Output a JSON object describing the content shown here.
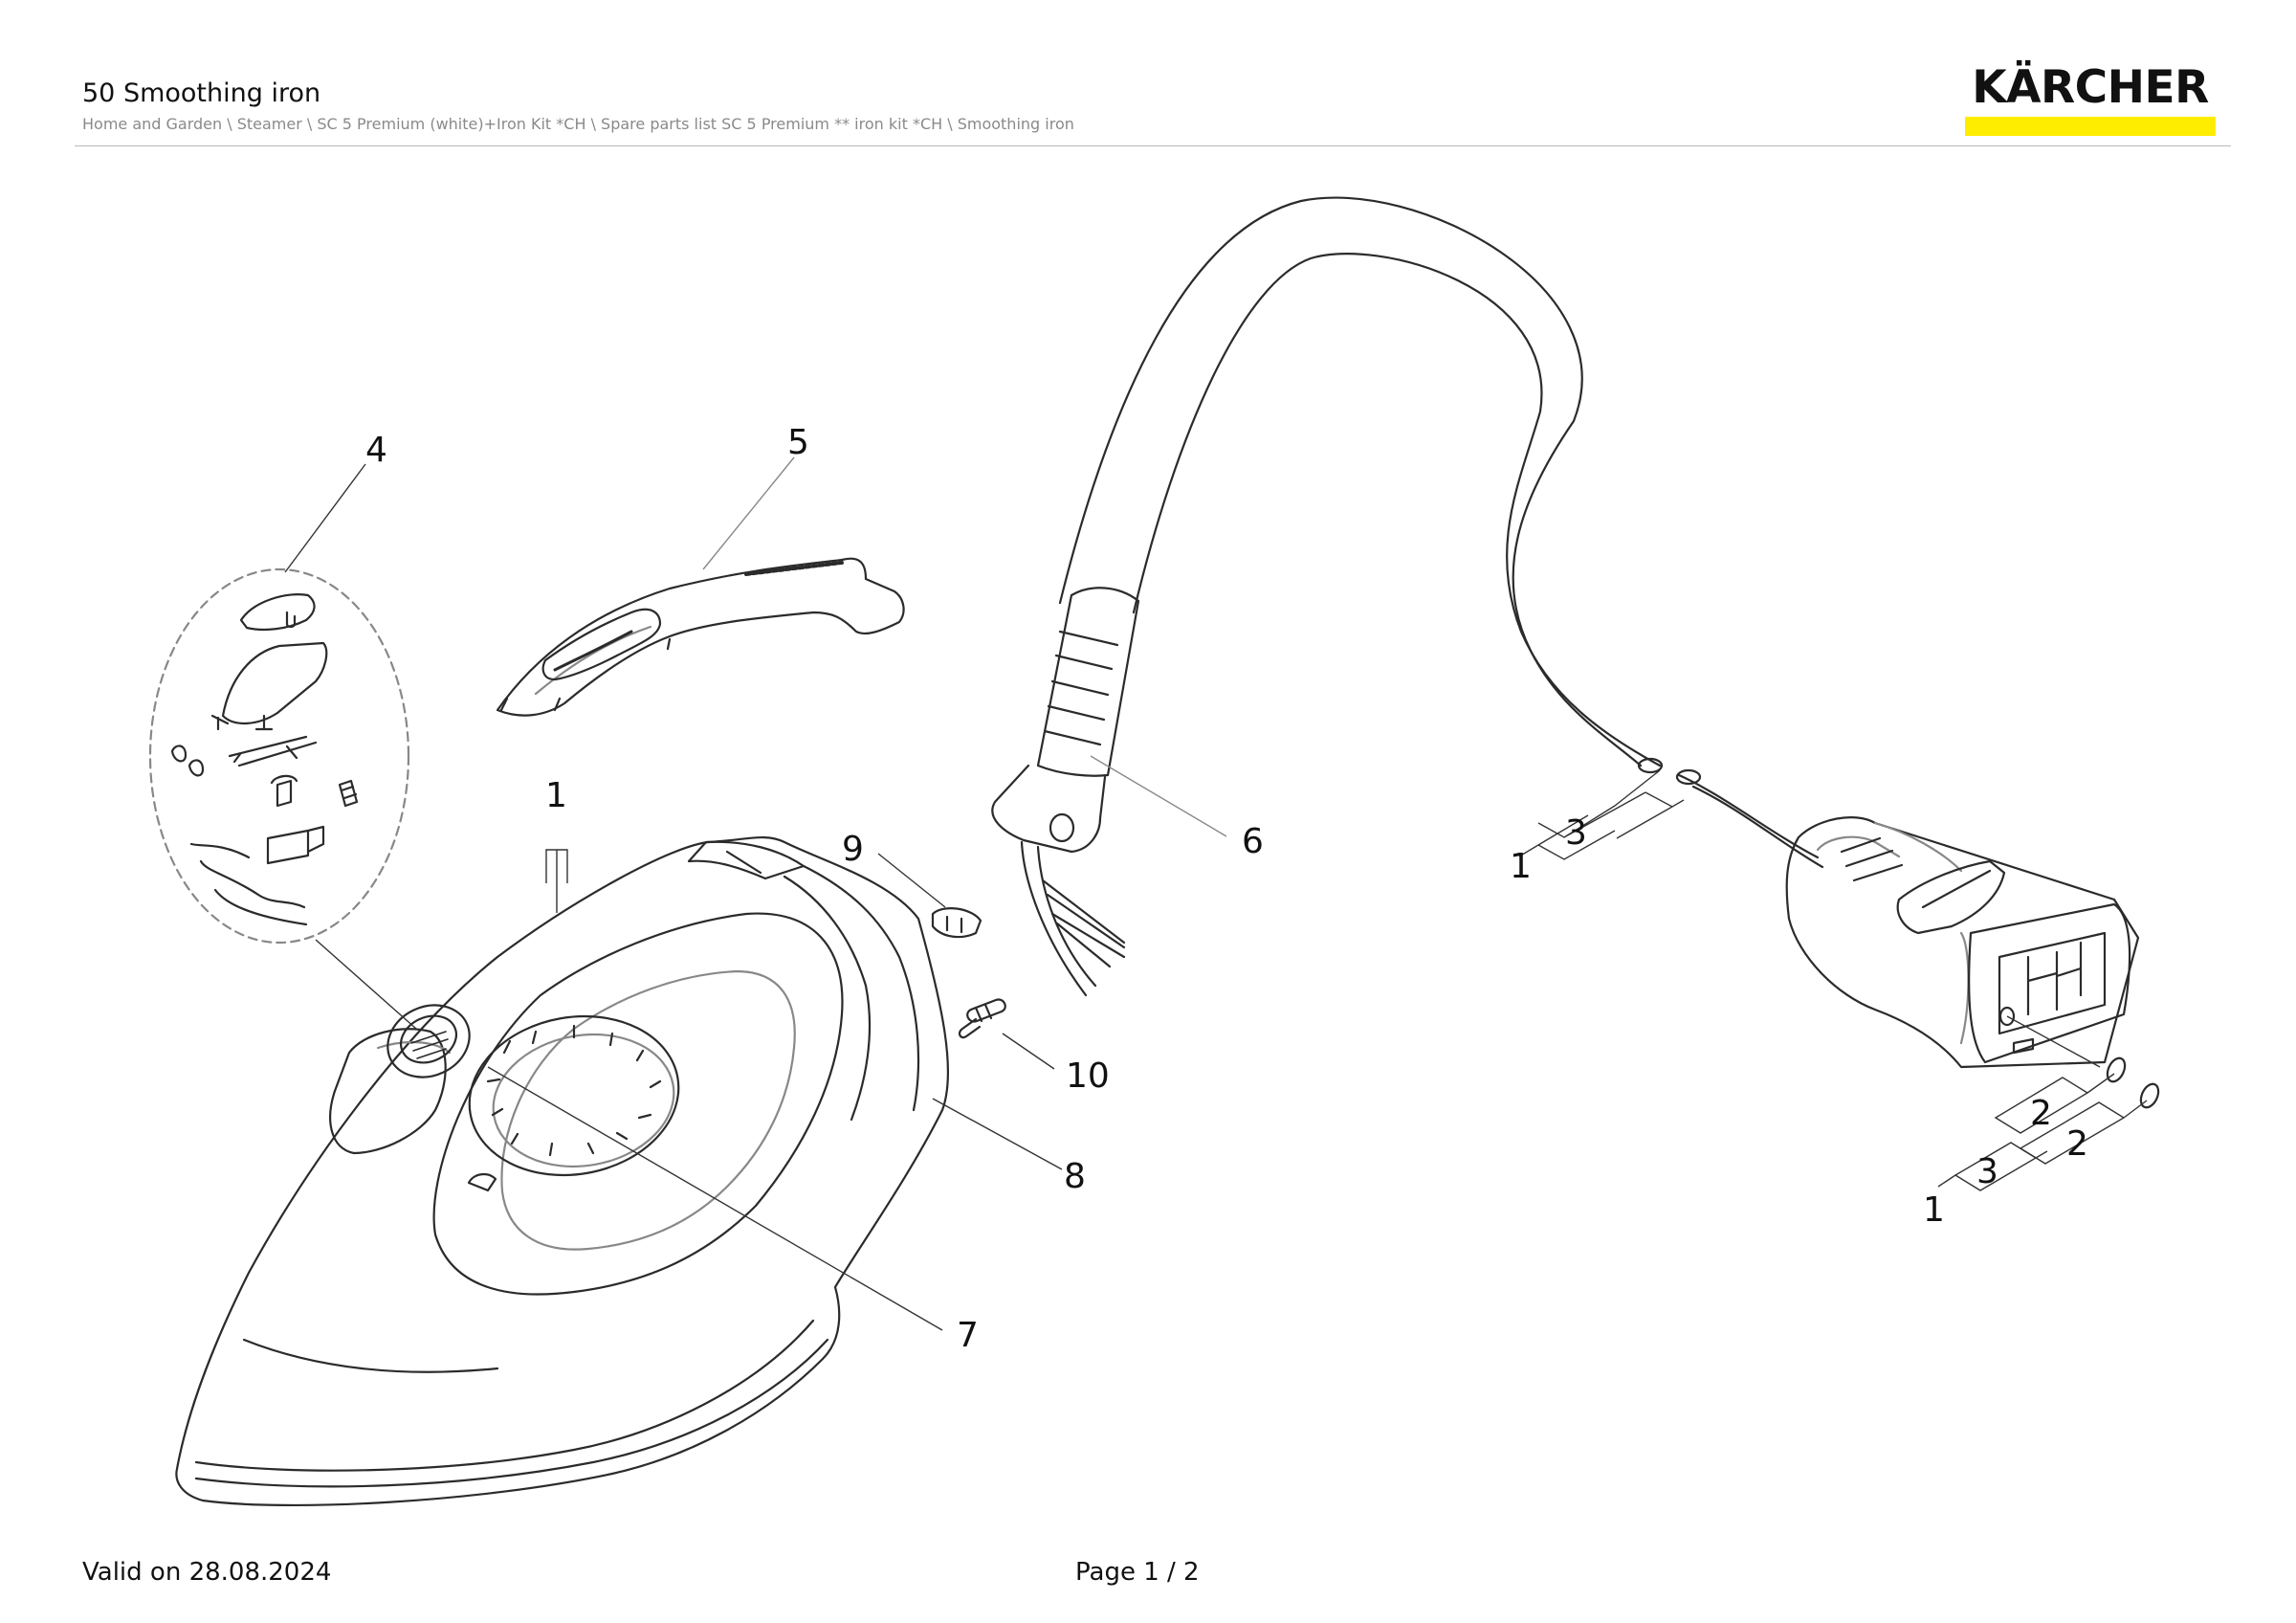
{
  "header": {
    "title": "50 Smoothing iron",
    "breadcrumb": "Home and Garden \\ Steamer \\ SC 5 Premium (white)+Iron Kit *CH \\ Spare parts list SC 5 Premium ** iron kit *CH \\ Smoothing iron"
  },
  "logo": {
    "text": "KÄRCHER",
    "bar_color": "#ffed00"
  },
  "diagram": {
    "callouts": {
      "c1_iron": "1",
      "c4": "4",
      "c5": "5",
      "c6": "6",
      "c7": "7",
      "c8": "8",
      "c9": "9",
      "c10": "10",
      "cable_qty_count": "3",
      "cable_qty_item": "1",
      "plug_a_count": "2",
      "plug_b_count": "2",
      "plug_qty_count": "3",
      "plug_qty_item": "1"
    }
  },
  "footer": {
    "valid": "Valid on 28.08.2024",
    "page": "Page 1 / 2"
  }
}
